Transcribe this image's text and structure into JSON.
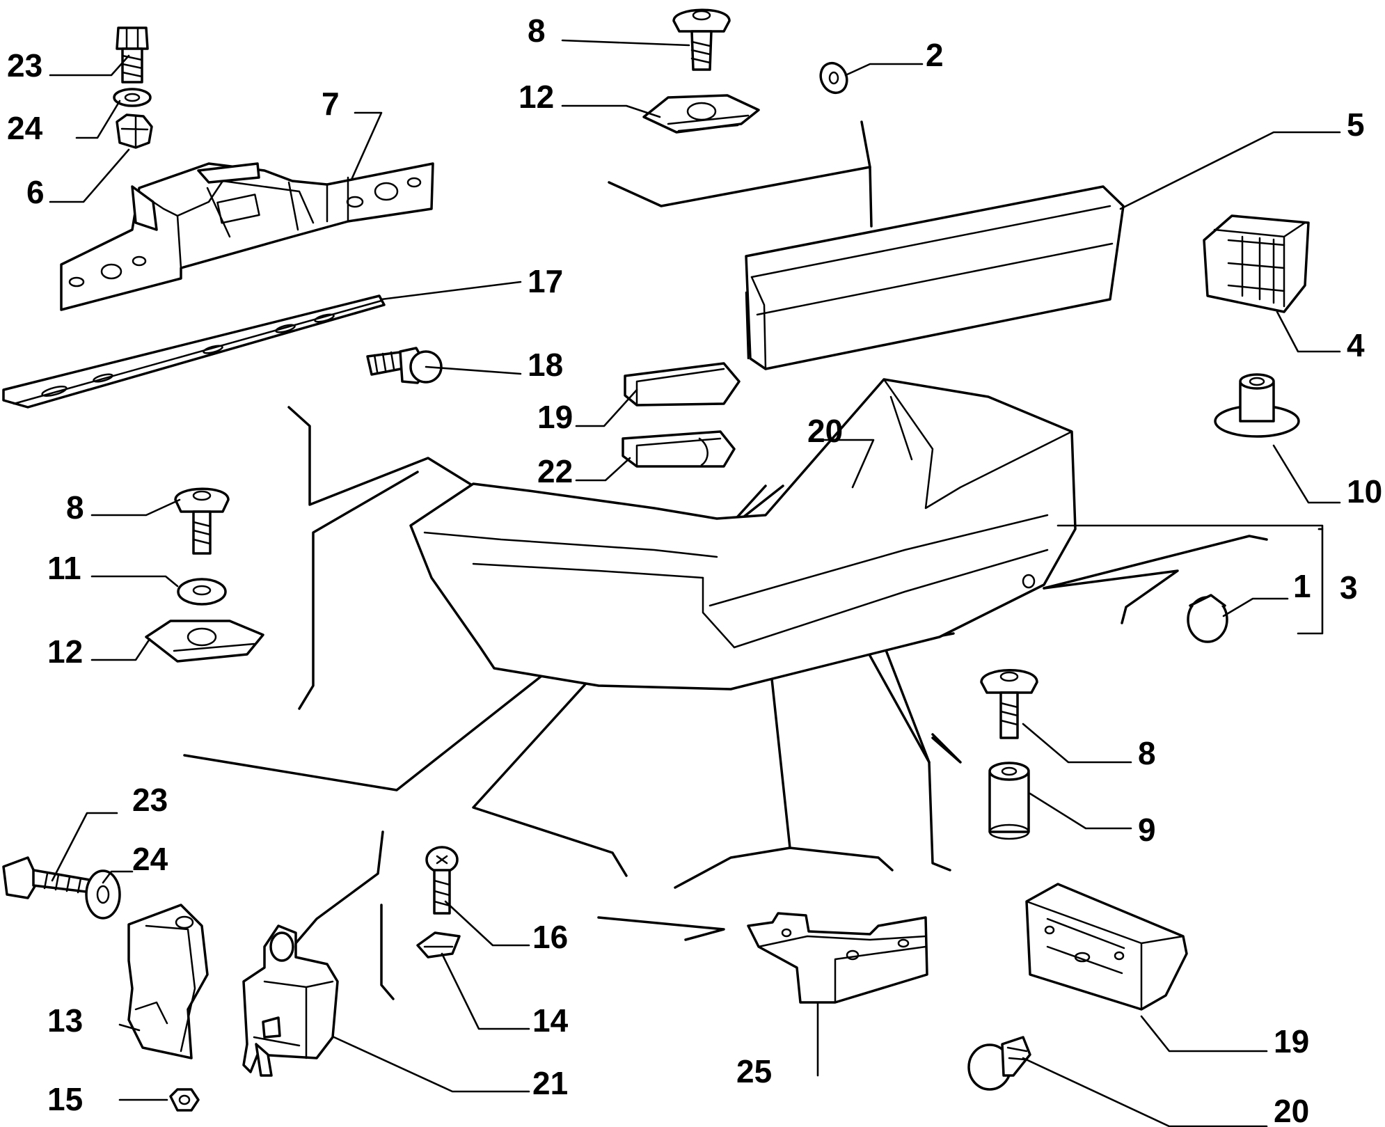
{
  "callouts": {
    "c23a": "23",
    "c24a": "24",
    "c6": "6",
    "c7": "7",
    "c8a": "8",
    "c12a": "12",
    "c2": "2",
    "c5": "5",
    "c17": "17",
    "c18": "18",
    "c19a": "19",
    "c22": "22",
    "c20a": "20",
    "c4": "4",
    "c10": "10",
    "c8b": "8",
    "c11": "11",
    "c12b": "12",
    "c1": "1",
    "c3": "3",
    "c8c": "8",
    "c9": "9",
    "c23b": "23",
    "c24b": "24",
    "c16": "16",
    "c14": "14",
    "c13": "13",
    "c15": "15",
    "c21": "21",
    "c25": "25",
    "c19b": "19",
    "c20b": "20"
  },
  "colors": {
    "line": "#000000",
    "background": "#ffffff"
  }
}
